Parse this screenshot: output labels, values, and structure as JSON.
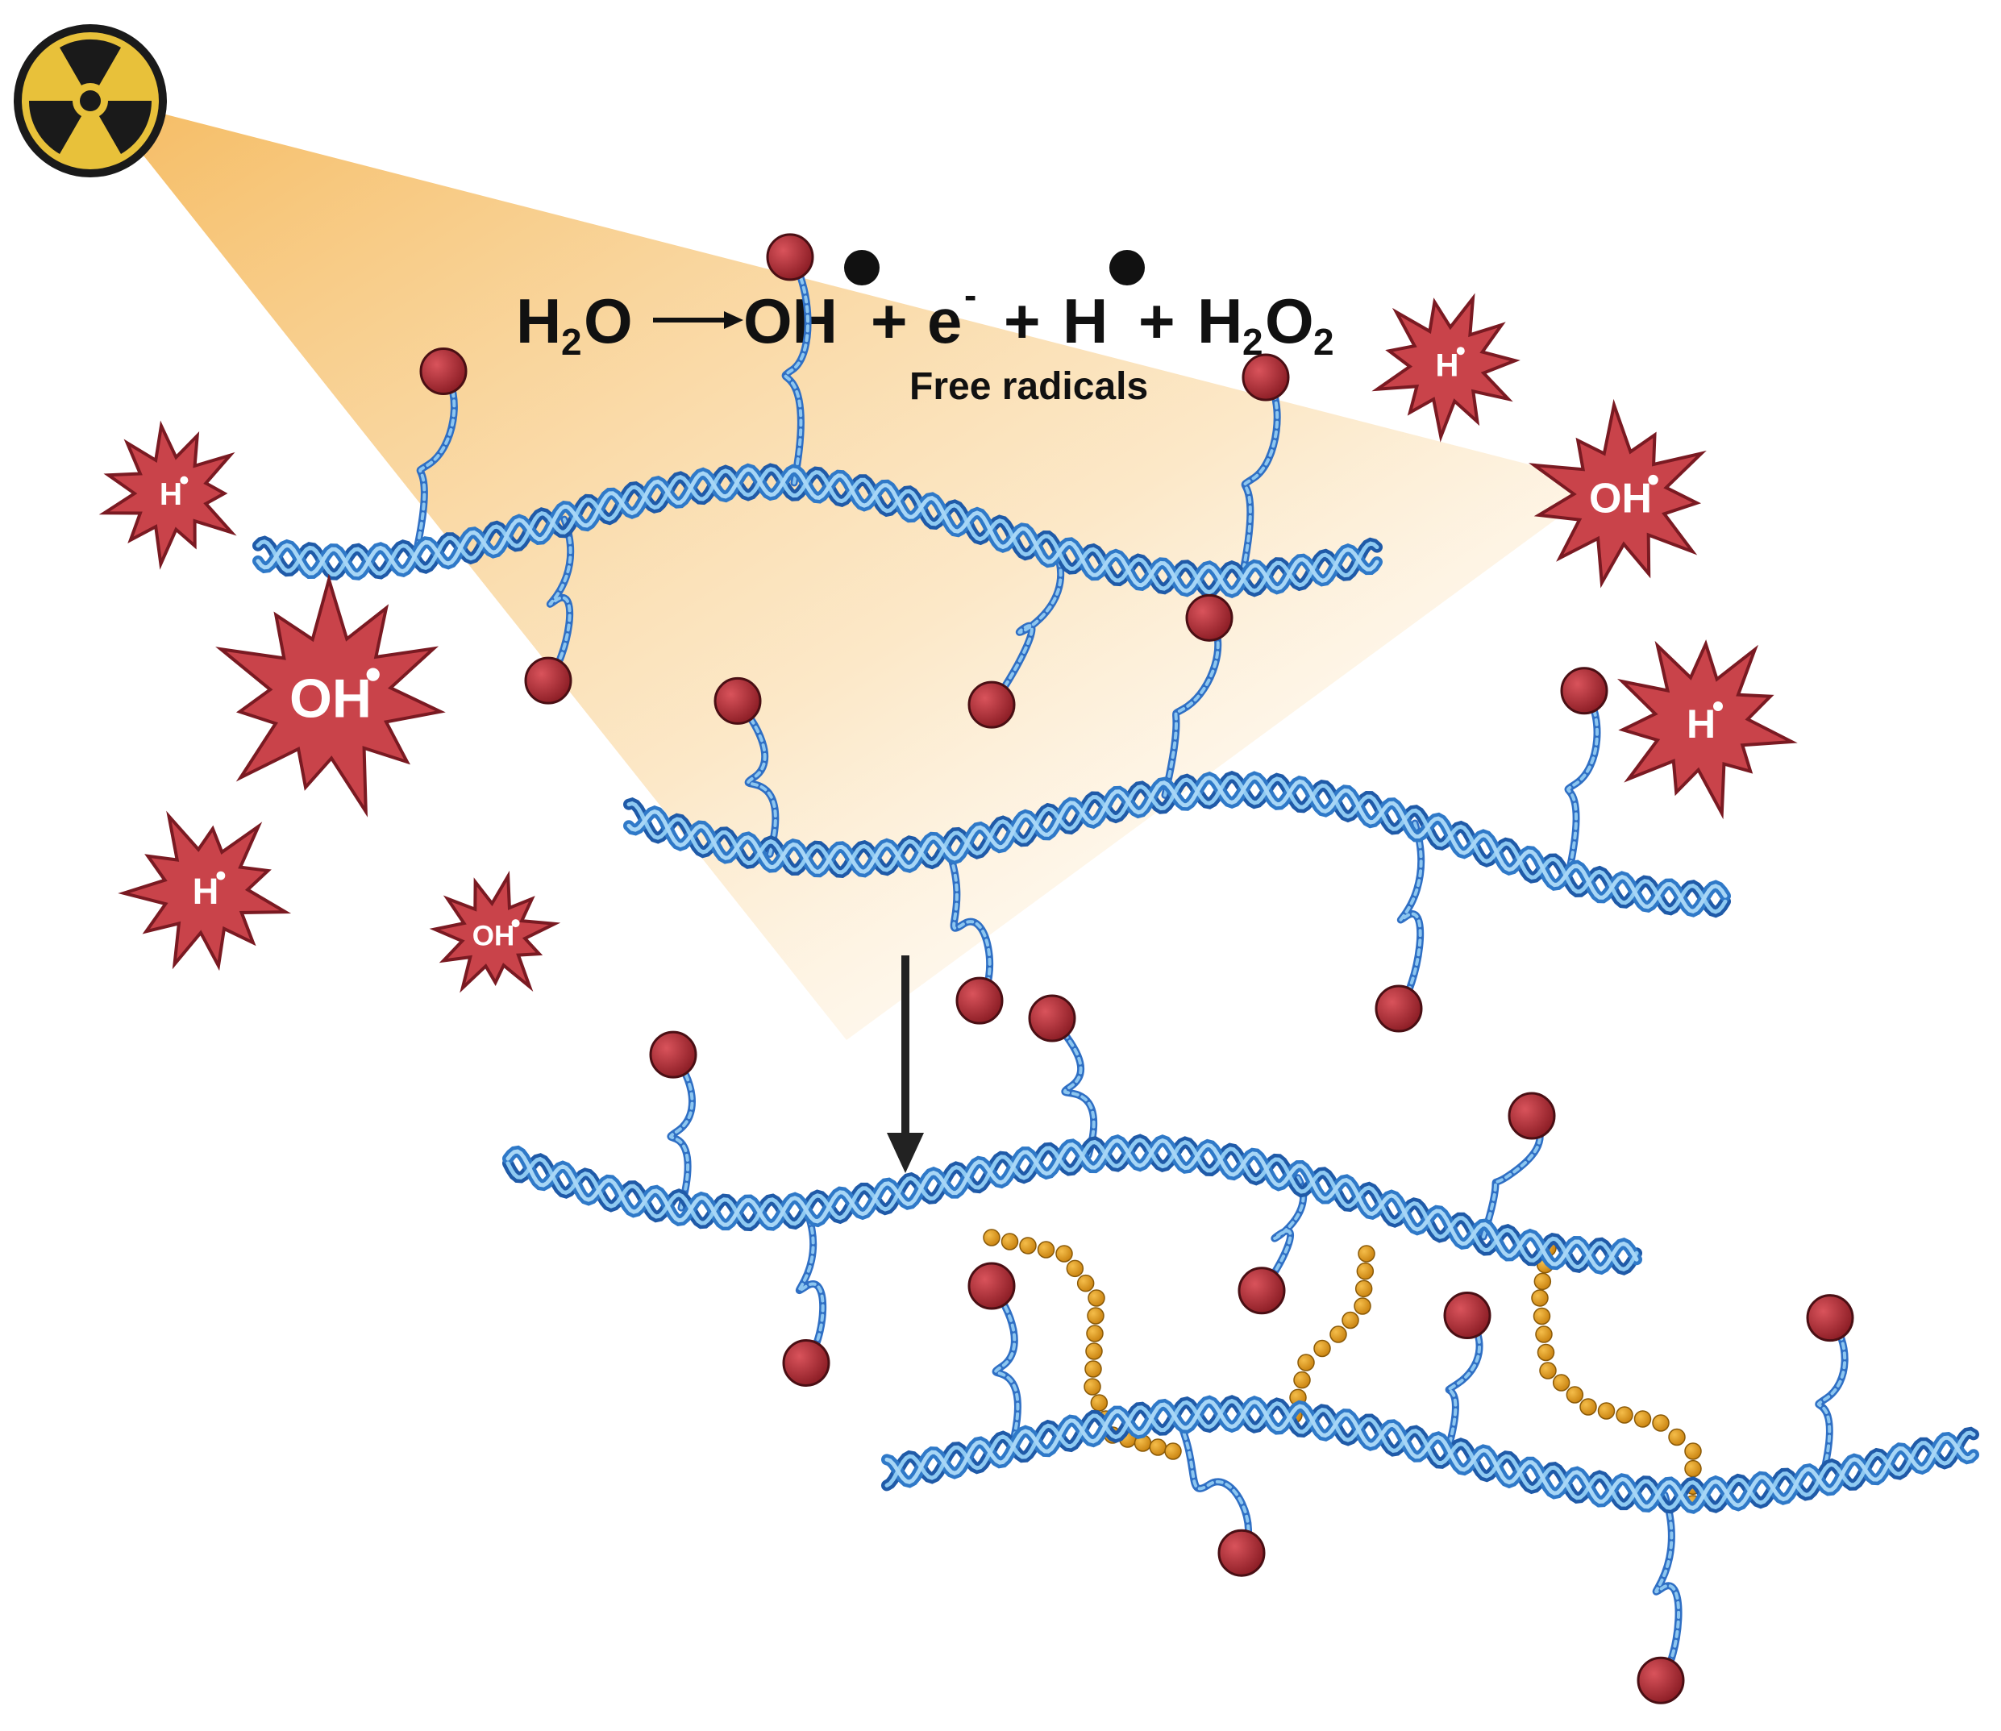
{
  "equation": {
    "reactant": "H",
    "reactant_sub": "2",
    "reactant_tail": "O",
    "product1": "OH",
    "plus1": "+",
    "electron": "e",
    "electron_sup": "-",
    "plus2": "+",
    "hydrogen": "H",
    "plus3": "+",
    "peroxide_a": "H",
    "peroxide_sub1": "2",
    "peroxide_b": "O",
    "peroxide_sub2": "2",
    "caption": "Free radicals"
  },
  "radicals": [
    {
      "label": "H",
      "kind": "H"
    },
    {
      "label": "OH",
      "kind": "OH"
    },
    {
      "label": "H",
      "kind": "H"
    },
    {
      "label": "OH",
      "kind": "OH"
    },
    {
      "label": "H",
      "kind": "H"
    },
    {
      "label": "OH",
      "kind": "OH"
    },
    {
      "label": "H",
      "kind": "H"
    }
  ],
  "colors": {
    "beam": "#f5c06a",
    "radiation_symbol_fill": "#e8c13a",
    "radiation_symbol_dark": "#1a1a1a",
    "radical_fill": "#c9434a",
    "radical_stroke": "#7a1a22",
    "dna_dark": "#2f6fc4",
    "dna_light": "#79b8ec",
    "bead_red": "#a82a32",
    "crosslink": "#e3a022",
    "arrow": "#222222"
  },
  "icons": {
    "source": "radiation-trefoil-icon",
    "radical": "starburst-icon",
    "chain": "double-helix-icon",
    "pendant": "pendant-bead-icon",
    "crosslink": "bead-chain-icon"
  }
}
